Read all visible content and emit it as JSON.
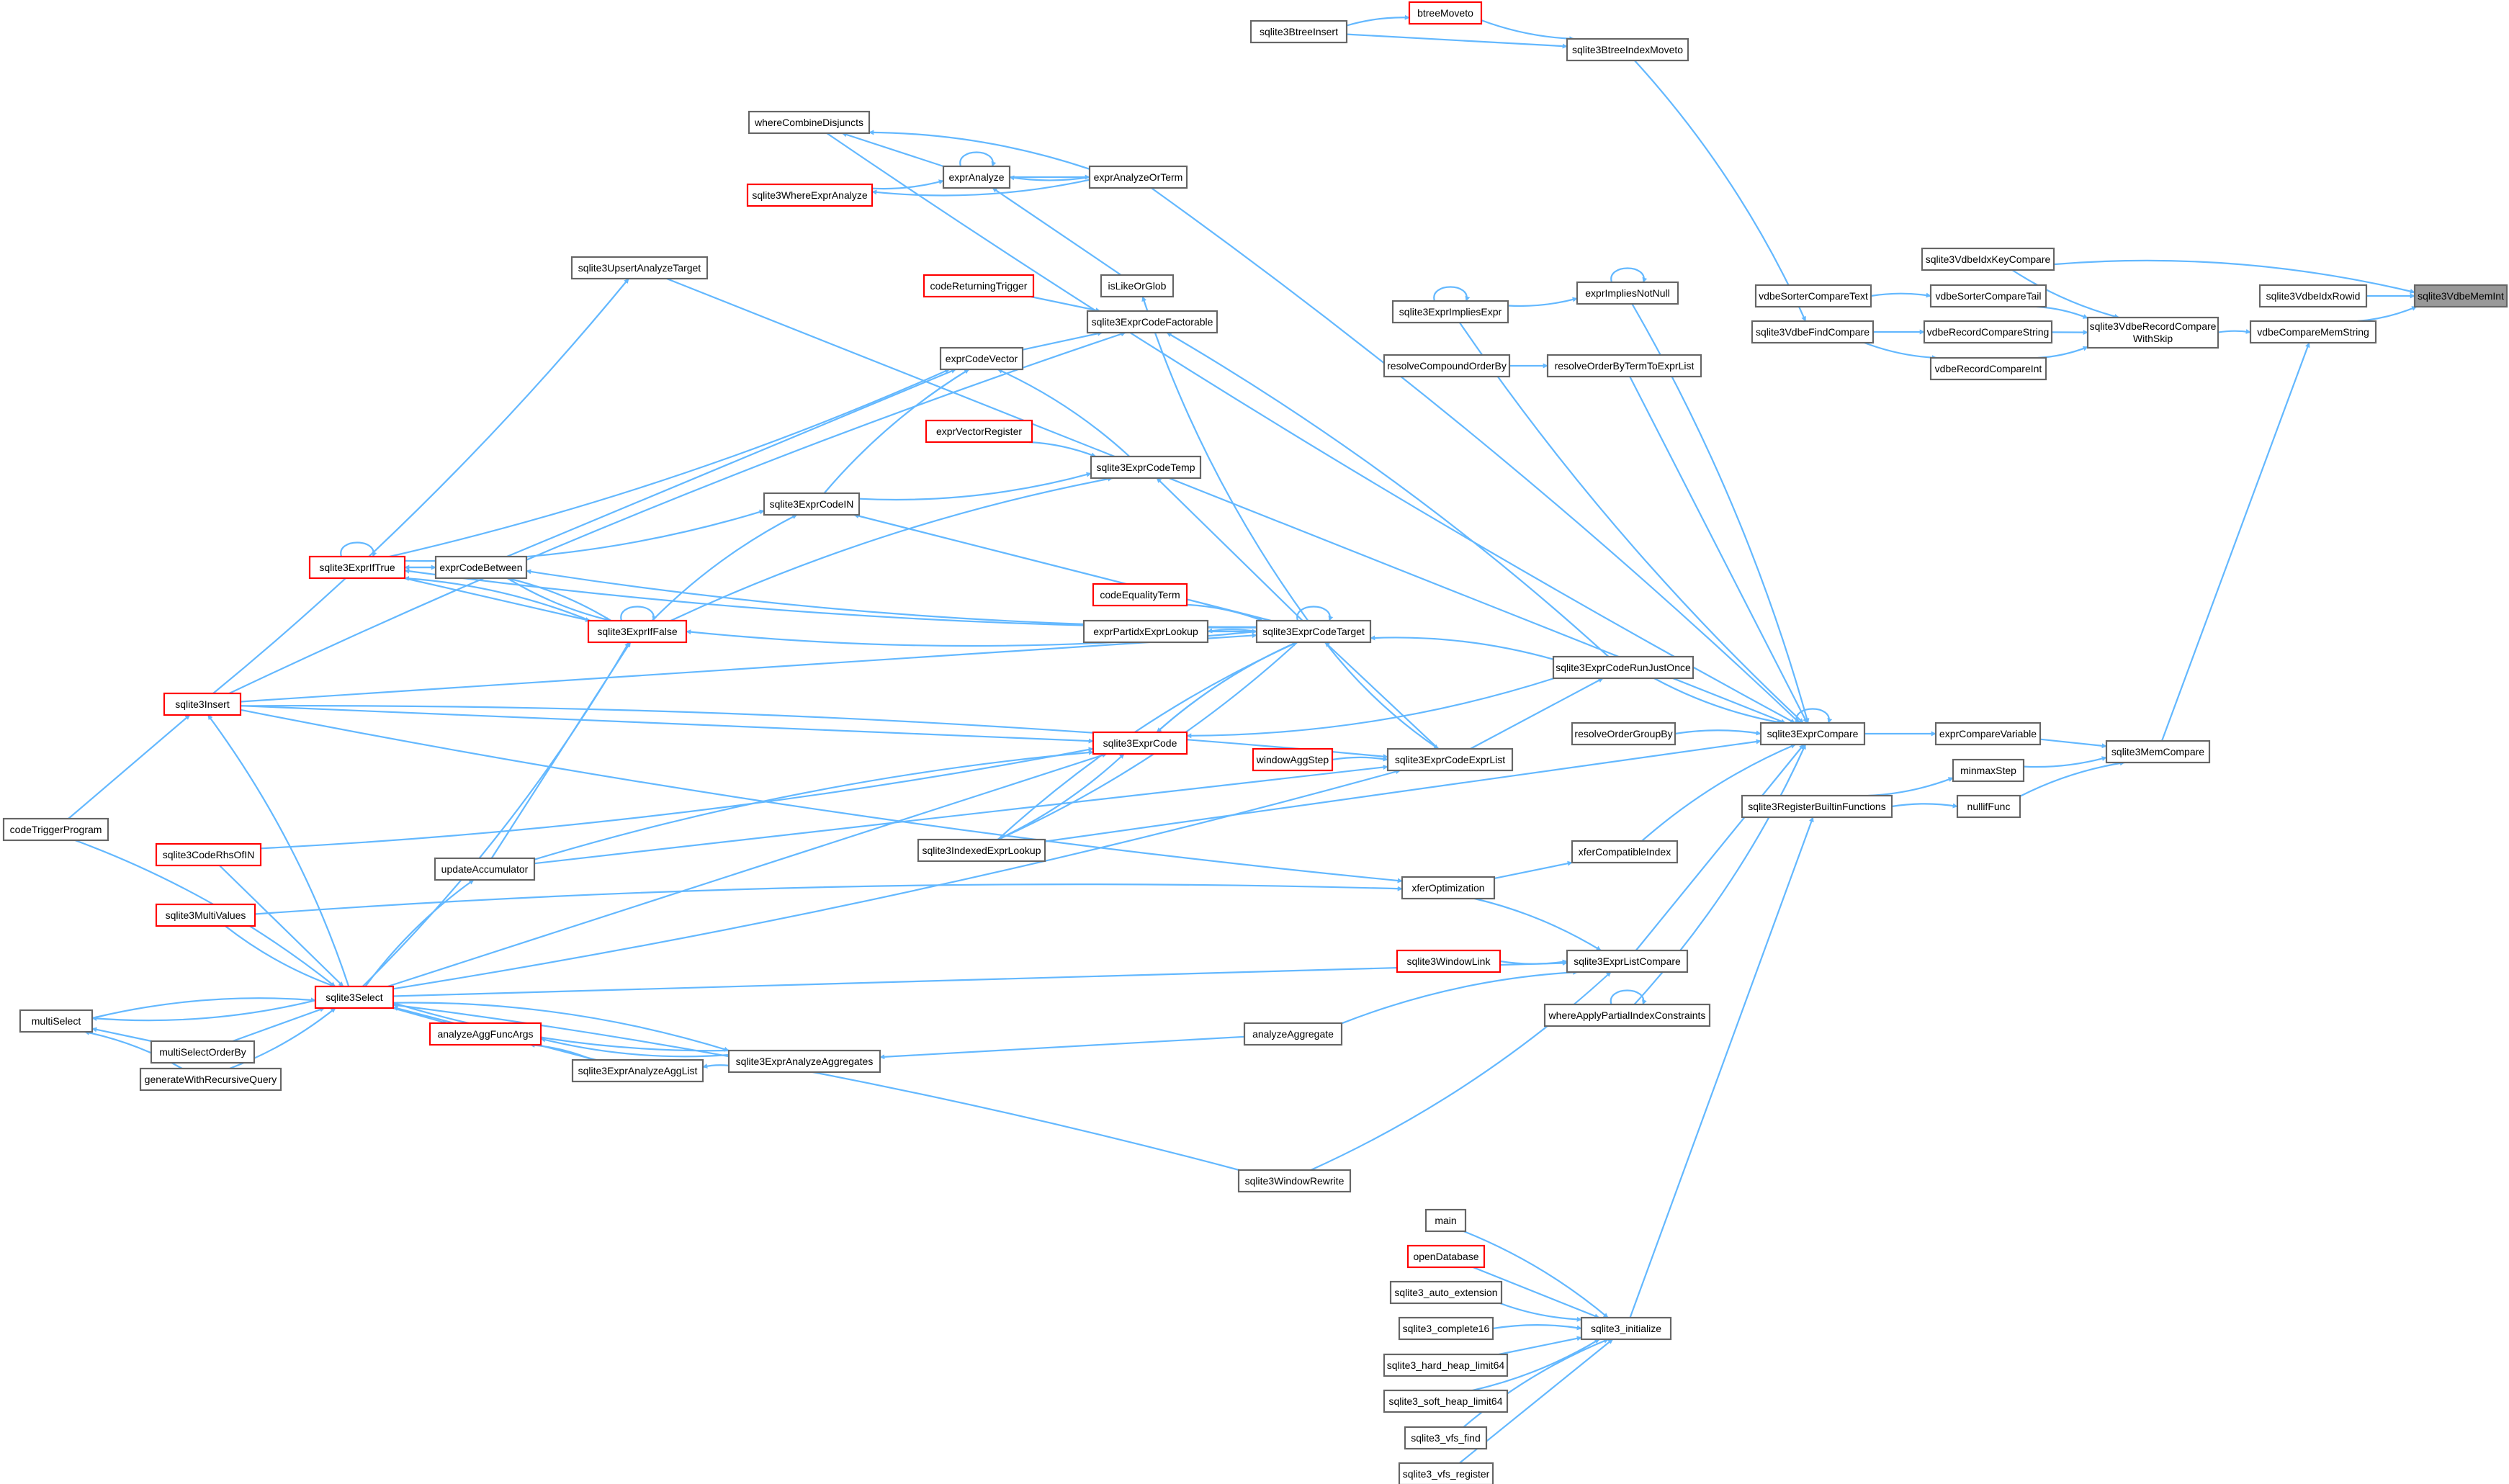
{
  "graph": {
    "title": "",
    "colors": {
      "edge": "#63b8ff",
      "node_border": "#666666",
      "node_border_highlight": "#ff0000",
      "focus_fill": "#999999"
    },
    "nodes": [
      {
        "id": "sqlite3VdbeMemInt",
        "label": "sqlite3VdbeMemInt",
        "focus": true
      },
      {
        "id": "sqlite3VdbeIdxKeyCompare",
        "label": "sqlite3VdbeIdxKeyCompare"
      },
      {
        "id": "sqlite3VdbeIdxRowid",
        "label": "sqlite3VdbeIdxRowid"
      },
      {
        "id": "vdbeCompareMemString",
        "label": "vdbeCompareMemString"
      },
      {
        "id": "sqlite3VdbeRecordCompareWithSkip",
        "label": "sqlite3VdbeRecordCompare",
        "label2": "WithSkip"
      },
      {
        "id": "vdbeSorterCompareTail",
        "label": "vdbeSorterCompareTail"
      },
      {
        "id": "vdbeRecordCompareString",
        "label": "vdbeRecordCompareString"
      },
      {
        "id": "vdbeRecordCompareInt",
        "label": "vdbeRecordCompareInt"
      },
      {
        "id": "vdbeSorterCompareText",
        "label": "vdbeSorterCompareText"
      },
      {
        "id": "sqlite3VdbeFindCompare",
        "label": "sqlite3VdbeFindCompare"
      },
      {
        "id": "sqlite3MemCompare",
        "label": "sqlite3MemCompare"
      },
      {
        "id": "exprCompareVariable",
        "label": "exprCompareVariable"
      },
      {
        "id": "minmaxStep",
        "label": "minmaxStep"
      },
      {
        "id": "nullifFunc",
        "label": "nullifFunc"
      },
      {
        "id": "sqlite3ExprCompare",
        "label": "sqlite3ExprCompare"
      },
      {
        "id": "sqlite3RegisterBuiltinFunctions",
        "label": "sqlite3RegisterBuiltinFunctions"
      },
      {
        "id": "btreeMoveto",
        "label": "btreeMoveto",
        "red": true
      },
      {
        "id": "sqlite3BtreeInsert",
        "label": "sqlite3BtreeInsert"
      },
      {
        "id": "sqlite3BtreeIndexMoveto",
        "label": "sqlite3BtreeIndexMoveto"
      },
      {
        "id": "whereCombineDisjuncts",
        "label": "whereCombineDisjuncts"
      },
      {
        "id": "exprAnalyze",
        "label": "exprAnalyze"
      },
      {
        "id": "exprAnalyzeOrTerm",
        "label": "exprAnalyzeOrTerm"
      },
      {
        "id": "sqlite3WhereExprAnalyze",
        "label": "sqlite3WhereExprAnalyze",
        "red": true
      },
      {
        "id": "sqlite3UpsertAnalyzeTarget",
        "label": "sqlite3UpsertAnalyzeTarget"
      },
      {
        "id": "isLikeOrGlob",
        "label": "isLikeOrGlob"
      },
      {
        "id": "codeReturningTrigger",
        "label": "codeReturningTrigger",
        "red": true
      },
      {
        "id": "sqlite3ExprCodeFactorable",
        "label": "sqlite3ExprCodeFactorable"
      },
      {
        "id": "exprCodeVector",
        "label": "exprCodeVector"
      },
      {
        "id": "exprVectorRegister",
        "label": "exprVectorRegister",
        "red": true
      },
      {
        "id": "sqlite3ExprCodeTemp",
        "label": "sqlite3ExprCodeTemp"
      },
      {
        "id": "sqlite3ExprCodeIN",
        "label": "sqlite3ExprCodeIN"
      },
      {
        "id": "sqlite3ExprIfTrue",
        "label": "sqlite3ExprIfTrue",
        "red": true
      },
      {
        "id": "exprCodeBetween",
        "label": "exprCodeBetween"
      },
      {
        "id": "sqlite3ExprIfFalse",
        "label": "sqlite3ExprIfFalse",
        "red": true
      },
      {
        "id": "codeEqualityTerm",
        "label": "codeEqualityTerm",
        "red": true
      },
      {
        "id": "exprPartidxExprLookup",
        "label": "exprPartidxExprLookup"
      },
      {
        "id": "sqlite3ExprCodeTarget",
        "label": "sqlite3ExprCodeTarget"
      },
      {
        "id": "sqlite3Insert",
        "label": "sqlite3Insert",
        "red": true
      },
      {
        "id": "sqlite3ExprCode",
        "label": "sqlite3ExprCode",
        "red": true
      },
      {
        "id": "windowAggStep",
        "label": "windowAggStep",
        "red": true
      },
      {
        "id": "sqlite3ExprCodeExprList",
        "label": "sqlite3ExprCodeExprList"
      },
      {
        "id": "sqlite3ExprCodeRunJustOnce",
        "label": "sqlite3ExprCodeRunJustOnce"
      },
      {
        "id": "resolveOrderGroupBy",
        "label": "resolveOrderGroupBy"
      },
      {
        "id": "sqlite3IndexedExprLookup",
        "label": "sqlite3IndexedExprLookup"
      },
      {
        "id": "codeTriggerProgram",
        "label": "codeTriggerProgram"
      },
      {
        "id": "sqlite3CodeRhsOfIN",
        "label": "sqlite3CodeRhsOfIN",
        "red": true
      },
      {
        "id": "updateAccumulator",
        "label": "updateAccumulator"
      },
      {
        "id": "sqlite3MultiValues",
        "label": "sqlite3MultiValues",
        "red": true
      },
      {
        "id": "sqlite3Select",
        "label": "sqlite3Select",
        "red": true
      },
      {
        "id": "multiSelect",
        "label": "multiSelect"
      },
      {
        "id": "multiSelectOrderBy",
        "label": "multiSelectOrderBy"
      },
      {
        "id": "generateWithRecursiveQuery",
        "label": "generateWithRecursiveQuery"
      },
      {
        "id": "analyzeAggFuncArgs",
        "label": "analyzeAggFuncArgs",
        "red": true
      },
      {
        "id": "sqlite3ExprAnalyzeAggList",
        "label": "sqlite3ExprAnalyzeAggList"
      },
      {
        "id": "sqlite3ExprAnalyzeAggregates",
        "label": "sqlite3ExprAnalyzeAggregates"
      },
      {
        "id": "analyzeAggregate",
        "label": "analyzeAggregate"
      },
      {
        "id": "sqlite3WindowRewrite",
        "label": "sqlite3WindowRewrite"
      },
      {
        "id": "xferCompatibleIndex",
        "label": "xferCompatibleIndex"
      },
      {
        "id": "xferOptimization",
        "label": "xferOptimization"
      },
      {
        "id": "sqlite3WindowLink",
        "label": "sqlite3WindowLink",
        "red": true
      },
      {
        "id": "sqlite3ExprListCompare",
        "label": "sqlite3ExprListCompare"
      },
      {
        "id": "whereApplyPartialIndexConstraints",
        "label": "whereApplyPartialIndexConstraints"
      },
      {
        "id": "sqlite3ExprImpliesExpr",
        "label": "sqlite3ExprImpliesExpr"
      },
      {
        "id": "exprImpliesNotNull",
        "label": "exprImpliesNotNull"
      },
      {
        "id": "resolveCompoundOrderBy",
        "label": "resolveCompoundOrderBy"
      },
      {
        "id": "resolveOrderByTermToExprList",
        "label": "resolveOrderByTermToExprList"
      },
      {
        "id": "main",
        "label": "main"
      },
      {
        "id": "openDatabase",
        "label": "openDatabase",
        "red": true
      },
      {
        "id": "sqlite3_auto_extension",
        "label": "sqlite3_auto_extension"
      },
      {
        "id": "sqlite3_complete16",
        "label": "sqlite3_complete16"
      },
      {
        "id": "sqlite3_hard_heap_limit64",
        "label": "sqlite3_hard_heap_limit64"
      },
      {
        "id": "sqlite3_soft_heap_limit64",
        "label": "sqlite3_soft_heap_limit64"
      },
      {
        "id": "sqlite3_vfs_find",
        "label": "sqlite3_vfs_find"
      },
      {
        "id": "sqlite3_vfs_register",
        "label": "sqlite3_vfs_register"
      },
      {
        "id": "sqlite3_initialize",
        "label": "sqlite3_initialize"
      }
    ]
  }
}
